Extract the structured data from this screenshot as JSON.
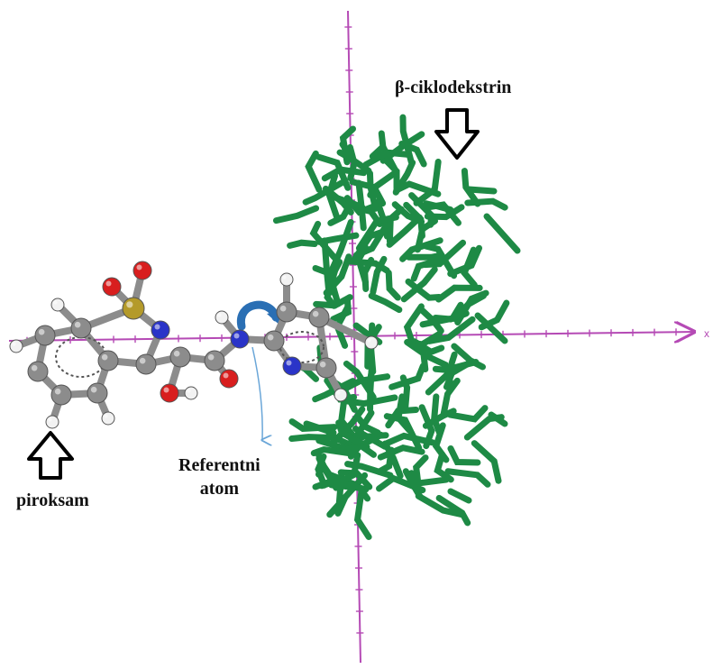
{
  "labels": {
    "cyclodextrin": "β-ciklodekstrin",
    "reference_line1": "Referentni",
    "reference_line2": "atom",
    "piroxicam": "piroksam"
  },
  "axis_labels": {
    "x_end": "x"
  },
  "colors": {
    "axis": "#b54ab5",
    "cyclodextrin": "#1e8a45",
    "carbon": "#8c8c8c",
    "oxygen": "#d81e1e",
    "nitrogen": "#2a34c8",
    "sulfur": "#b49a2a",
    "hydrogen": "#f2f2f2",
    "rotation_arrow": "#2a6fb4"
  },
  "icons": [
    "down-arrow-icon",
    "up-arrow-icon",
    "rotation-arrow-icon"
  ]
}
